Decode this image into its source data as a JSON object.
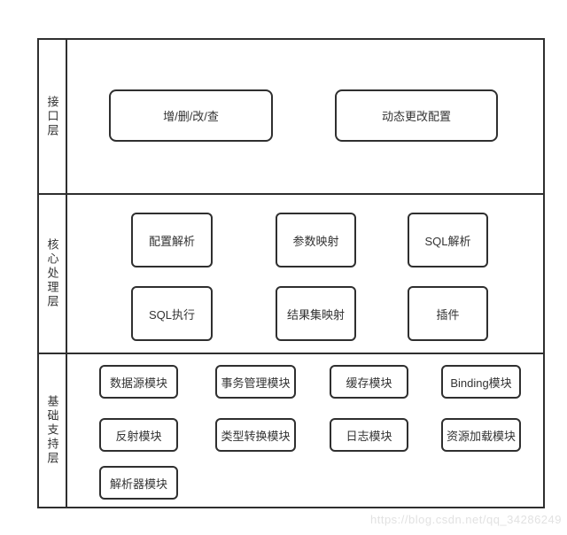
{
  "diagram": {
    "layers": [
      {
        "label": "接口层",
        "boxes": [
          {
            "label": "增/删/改/查"
          },
          {
            "label": "动态更改配置"
          }
        ]
      },
      {
        "label": "核心处理层",
        "boxes": [
          {
            "label": "配置解析"
          },
          {
            "label": "参数映射"
          },
          {
            "label": "SQL解析"
          },
          {
            "label": "SQL执行"
          },
          {
            "label": "结果集映射"
          },
          {
            "label": "插件"
          }
        ]
      },
      {
        "label": "基础支持层",
        "boxes": [
          {
            "label": "数据源模块"
          },
          {
            "label": "事务管理模块"
          },
          {
            "label": "缓存模块"
          },
          {
            "label": "Binding模块"
          },
          {
            "label": "反射模块"
          },
          {
            "label": "类型转换模块"
          },
          {
            "label": "日志模块"
          },
          {
            "label": "资源加载模块"
          },
          {
            "label": "解析器模块"
          }
        ]
      }
    ]
  },
  "watermark": "https://blog.csdn.net/qq_34286249",
  "colors": {
    "line": "#2f2f2f",
    "text": "#333333",
    "background": "#ffffff",
    "watermark": "#e2e2e2"
  }
}
